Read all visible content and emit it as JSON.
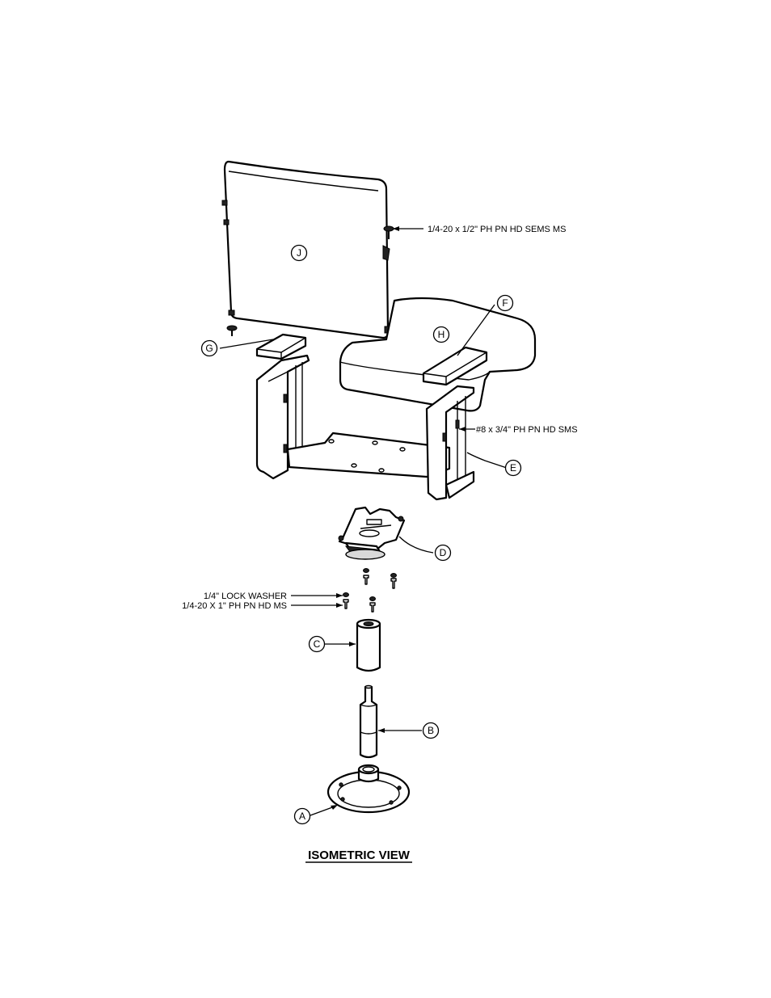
{
  "callouts": {
    "a": "A",
    "b": "B",
    "c": "C",
    "d": "D",
    "e": "E",
    "f": "F",
    "g": "G",
    "h": "H",
    "j": "J"
  },
  "notes": {
    "back_screw": "1/4-20 x 1/2\" PH PN HD SEMS MS",
    "frame_screw": "#8 x 3/4\" PH PN HD SMS",
    "lock_washer": "1/4\" LOCK WASHER",
    "base_screw": "1/4-20 X 1\" PH PN HD MS"
  },
  "view_title": "ISOMETRIC VIEW"
}
